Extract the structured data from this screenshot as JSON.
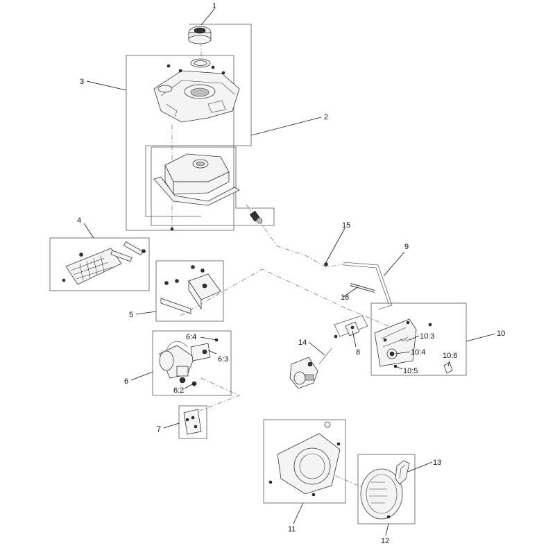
{
  "callouts": [
    "1",
    "2",
    "3",
    "4",
    "5",
    "6",
    "6:2",
    "6:3",
    "6:4",
    "7",
    "8",
    "9",
    "10",
    "10:3",
    "10:4",
    "10:5",
    "10:6",
    "11",
    "12",
    "13",
    "14",
    "15",
    "16"
  ]
}
